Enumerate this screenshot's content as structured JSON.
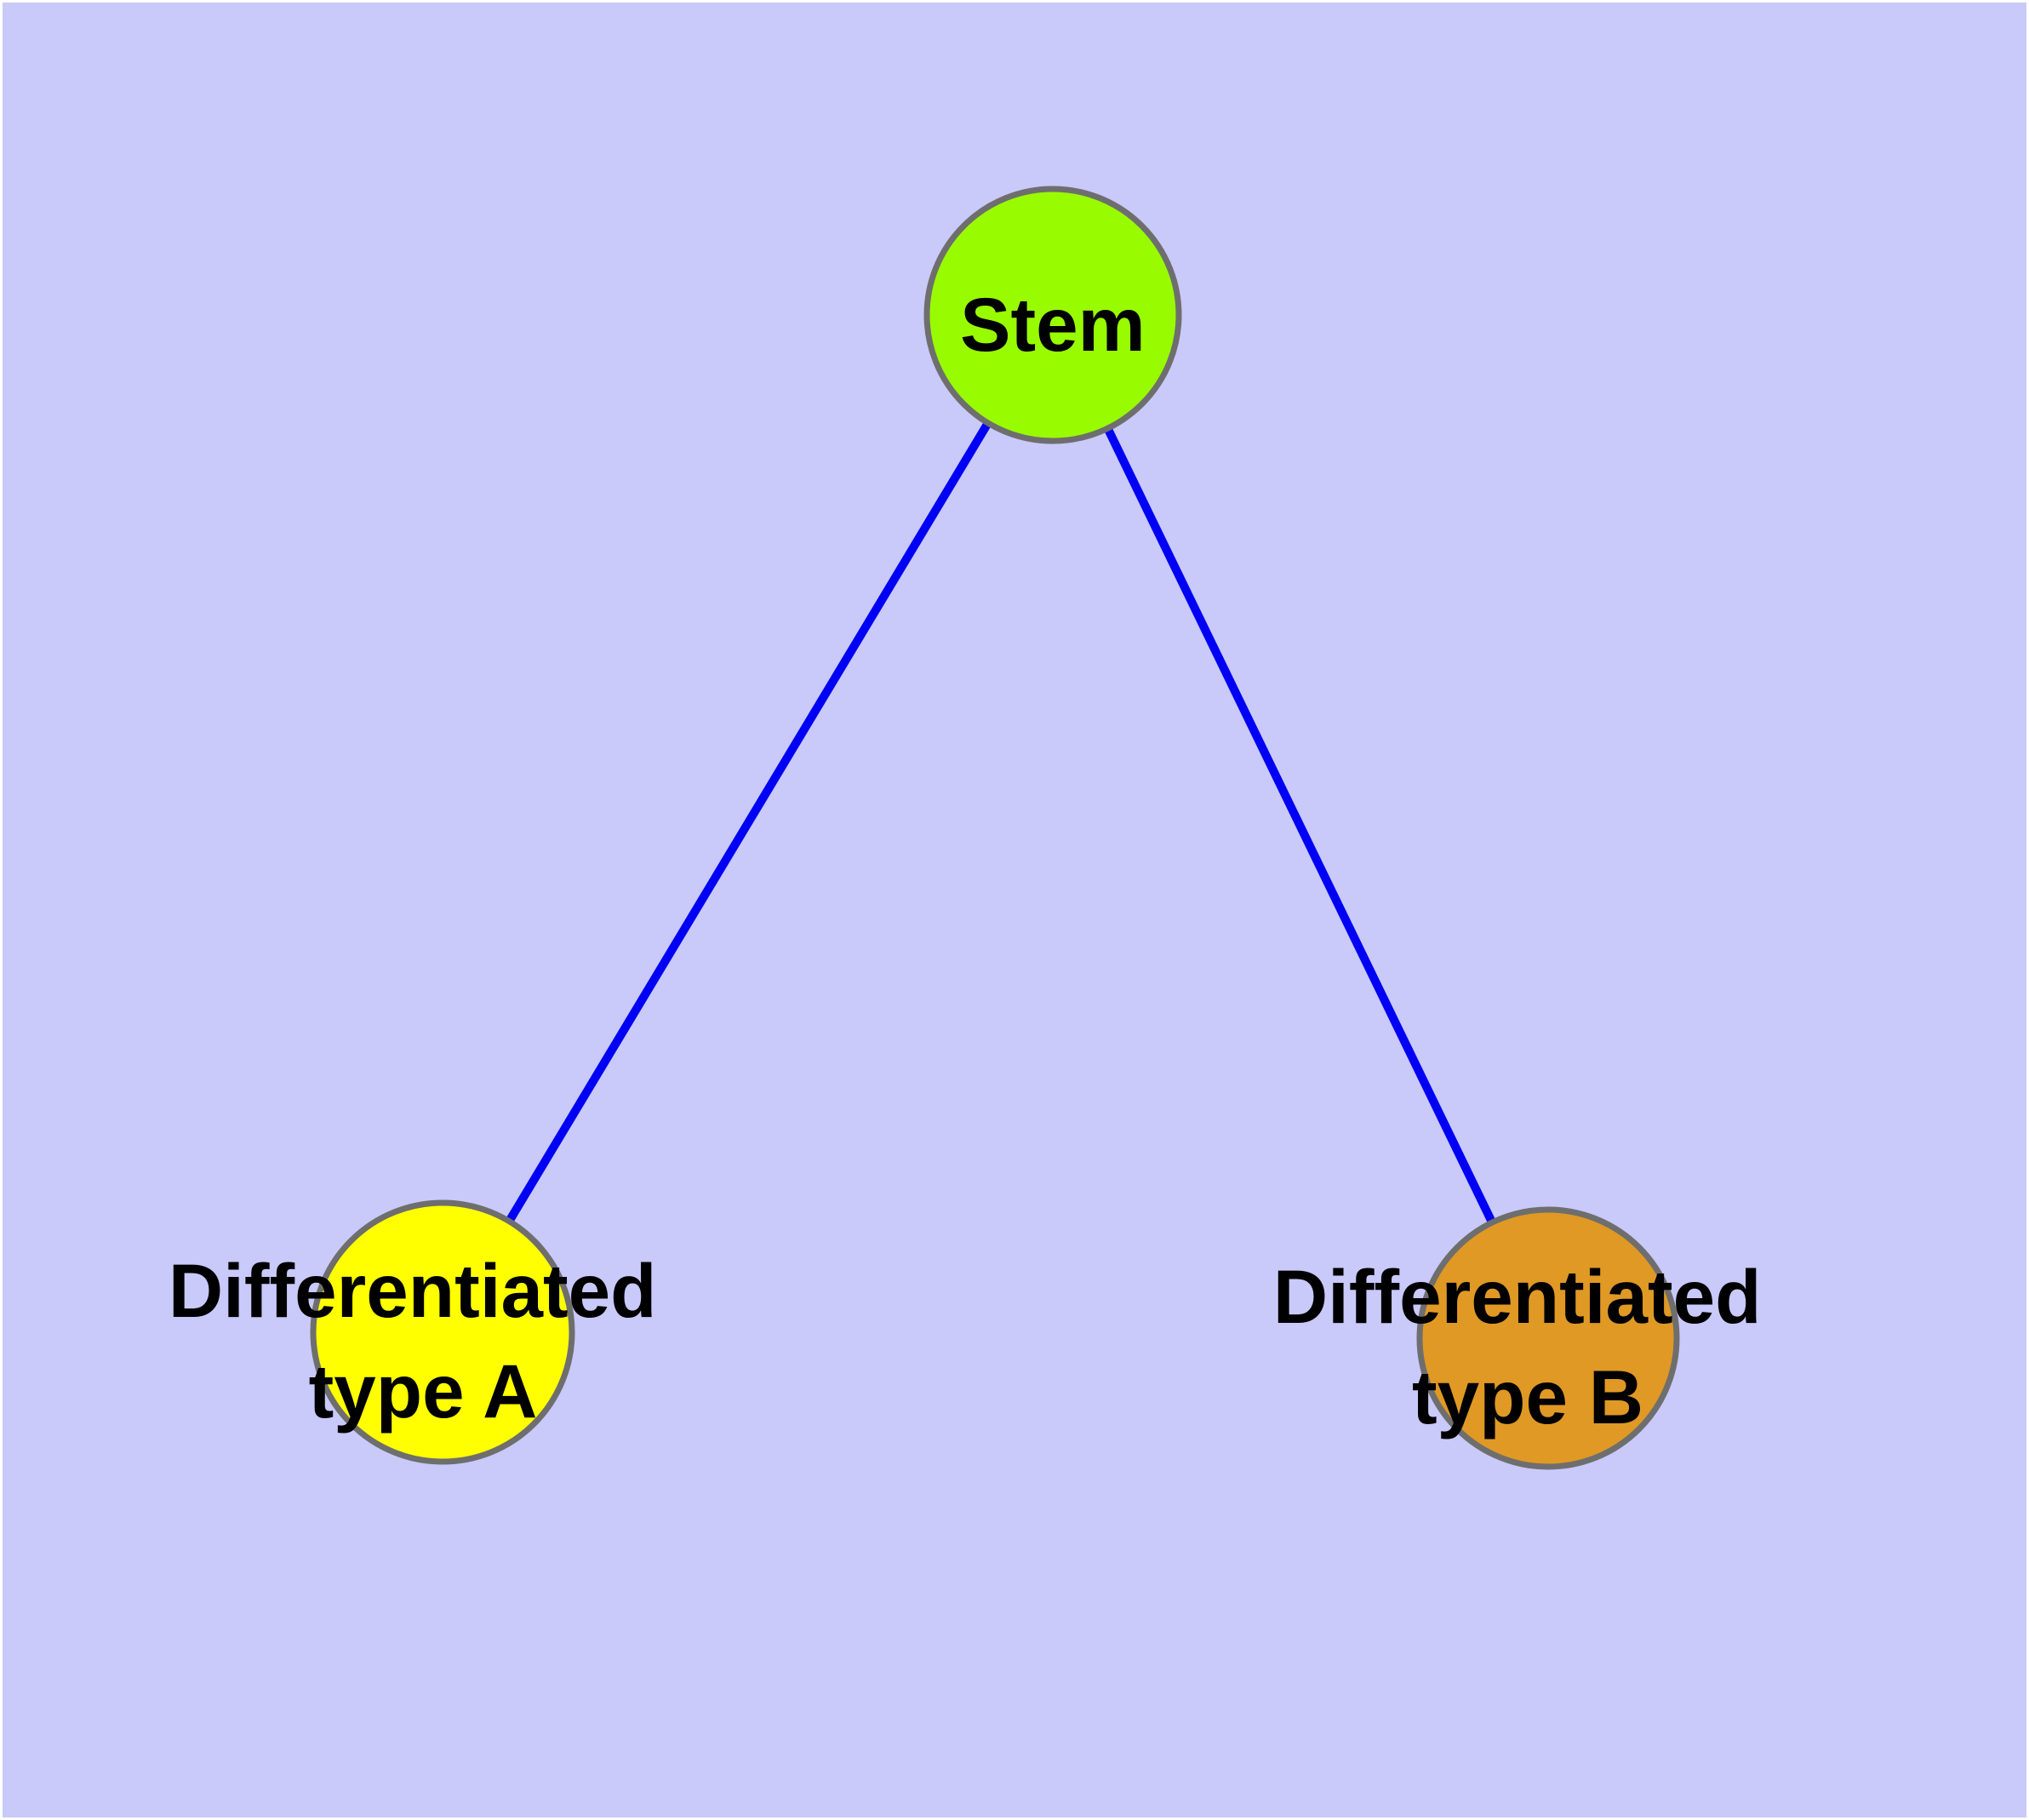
{
  "canvas": {
    "background": "#C9C9FA",
    "page_margin_color": "#FFFFFF"
  },
  "graph": {
    "title": "",
    "nodes": [
      {
        "id": "stem",
        "label": "Stem",
        "line1": "Stem",
        "line2": "",
        "fill": "#99FB00"
      },
      {
        "id": "diff-a",
        "label": "Differentiated type A",
        "line1": "Differentiated",
        "line2": "type A",
        "fill": "#FFFF00"
      },
      {
        "id": "diff-b",
        "label": "Differentiated type B",
        "line1": "Differentiated",
        "line2": "type B",
        "fill": "#E09925"
      }
    ],
    "edges": [
      {
        "from": "Stem",
        "to": "Differentiated type A"
      },
      {
        "from": "Stem",
        "to": "Differentiated type B"
      }
    ],
    "colors": {
      "edge": "#0000F5",
      "node_border": "#6E6E6E",
      "label_text": "#000000"
    }
  }
}
